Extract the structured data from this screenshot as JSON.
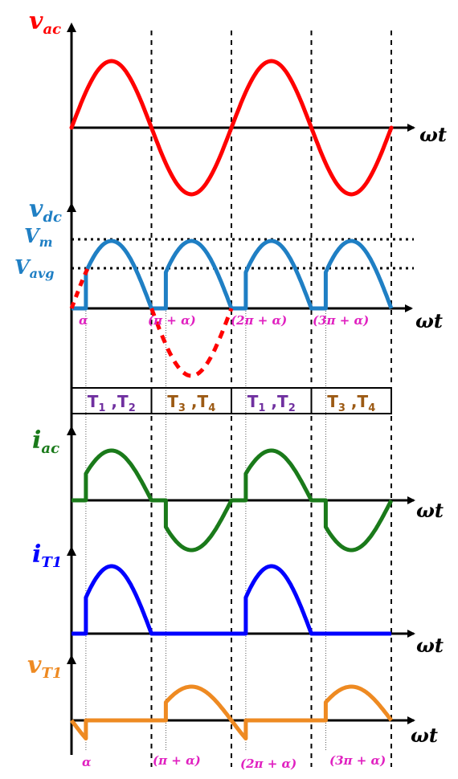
{
  "colors": {
    "v_ac": "#ff0000",
    "v_dc": "#1f7fc4",
    "i_ac": "#1a7a1a",
    "i_t1": "#0000ff",
    "v_t1": "#ee8a22",
    "dashed_negative": "#ff0000",
    "angle_labels": "#e020c0",
    "thyristor_pair_a": "#7030a0",
    "thyristor_pair_b": "#9c5a14",
    "axes": "#000000"
  },
  "labels": {
    "v_ac": {
      "main": "v",
      "sub": "ac"
    },
    "v_dc": {
      "main": "v",
      "sub": "dc"
    },
    "i_ac": {
      "main": "i",
      "sub": "ac"
    },
    "i_t1": {
      "main": "i",
      "sub": "T1"
    },
    "v_t1": {
      "main": "v",
      "sub": "T1"
    },
    "v_m": {
      "main": "V",
      "sub": "m"
    },
    "v_avg": {
      "main": "V",
      "sub": "avg"
    },
    "omega_t": "ωt"
  },
  "angles": {
    "row1": [
      "α",
      "(π + α)",
      "(2π + α)",
      "(3π + α)"
    ],
    "row2": [
      "α",
      "(π + α)",
      "(2π + α)",
      "(3π + α)"
    ]
  },
  "conduction": [
    {
      "main": "T",
      "sub1": "1",
      "sep": " ,",
      "main2": "T",
      "sub2": "2",
      "pair": "a"
    },
    {
      "main": "T",
      "sub1": "3",
      "sep": " ,",
      "main2": "T",
      "sub2": "4",
      "pair": "b"
    },
    {
      "main": "T",
      "sub1": "1",
      "sep": " ,",
      "main2": "T",
      "sub2": "2",
      "pair": "a"
    },
    {
      "main": "T",
      "sub1": "3",
      "sep": " ,",
      "main2": "T",
      "sub2": "4",
      "pair": "b"
    }
  ],
  "waveform": {
    "firing_angle_fraction_of_pi": 0.18,
    "cycles_shown": 2
  }
}
